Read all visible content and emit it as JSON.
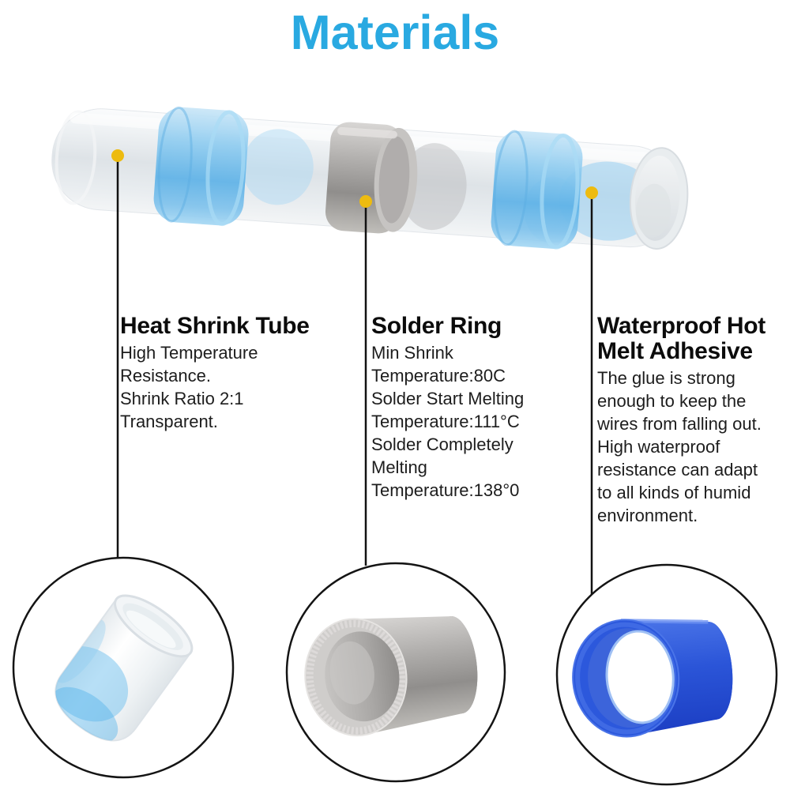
{
  "title": "Materials",
  "colors": {
    "title_accent": "#29a9e1",
    "text": "#1d1d1d",
    "leader_line": "#121212",
    "marker_dot": "#edbb10",
    "circle_outline": "#141414",
    "heat_shrink_blue_band": "#5eb2e7",
    "solder_gray": "#908e8c",
    "adhesive_blue": "#2b55d8"
  },
  "sections": [
    {
      "id": "heat-shrink-tube",
      "title": "Heat Shrink Tube",
      "body": "High Temperature\nResistance.\nShrink Ratio 2:1\nTransparent."
    },
    {
      "id": "solder-ring",
      "title": "Solder Ring",
      "body": "Min Shrink\nTemperature:80C\nSolder Start Melting\nTemperature:111°C\nSolder Completely\nMelting\nTemperature:138°0"
    },
    {
      "id": "waterproof-hot-melt-adhesive",
      "title": "Waterproof Hot Melt Adhesive",
      "body": "The glue is strong\nenough to keep the\nwires from falling out.\nHigh waterproof\nresistance can adapt\nto all kinds of humid\nenvironment."
    }
  ],
  "figure": {
    "product": "heat-shrink-solder-seal-wire-connector",
    "details": [
      "heat-shrink-tube-piece",
      "solder-ring-piece",
      "blue-adhesive-ring-piece"
    ]
  }
}
